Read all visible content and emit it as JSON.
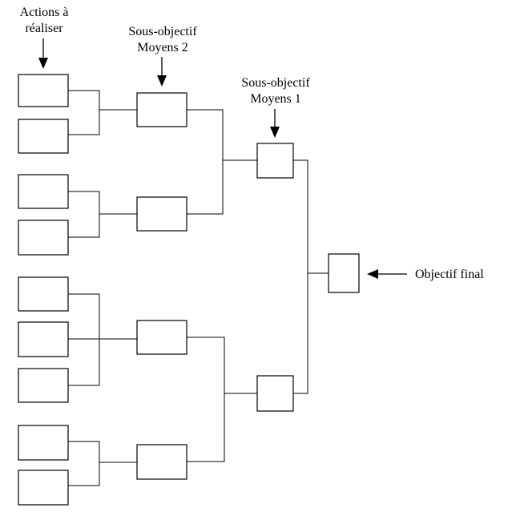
{
  "labels": {
    "actions_line1": "Actions à",
    "actions_line2": "réaliser",
    "sub2_line1": "Sous-objectif",
    "sub2_line2": "Moyens 2",
    "sub1_line1": "Sous-objectif",
    "sub1_line2": "Moyens 1",
    "final": "Objectif final"
  }
}
